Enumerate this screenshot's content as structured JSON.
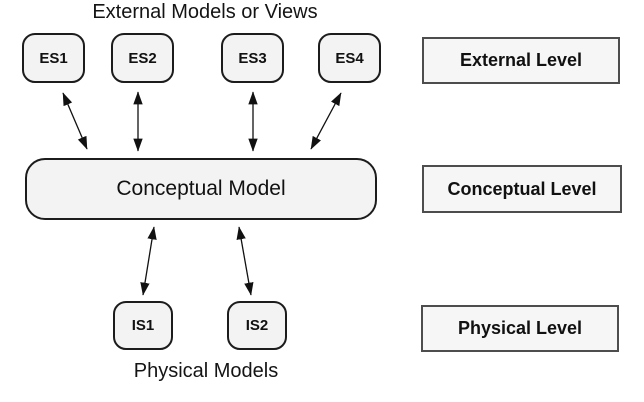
{
  "diagram": {
    "top_caption": "External Models or Views",
    "bottom_caption": "Physical Models",
    "external_nodes": [
      {
        "label": "ES1"
      },
      {
        "label": "ES2"
      },
      {
        "label": "ES3"
      },
      {
        "label": "ES4"
      }
    ],
    "conceptual_node": {
      "label": "Conceptual Model"
    },
    "physical_nodes": [
      {
        "label": "IS1"
      },
      {
        "label": "IS2"
      }
    ],
    "levels": [
      {
        "label": "External Level"
      },
      {
        "label": "Conceptual Level"
      },
      {
        "label": "Physical Level"
      }
    ],
    "colors": {
      "background": "#ffffff",
      "node_fill": "#f3f3f3",
      "node_border": "#1c1c1c",
      "level_fill": "#f6f6f6",
      "level_border": "#4d4d4d",
      "arrow": "#111111",
      "text": "#141414"
    }
  }
}
